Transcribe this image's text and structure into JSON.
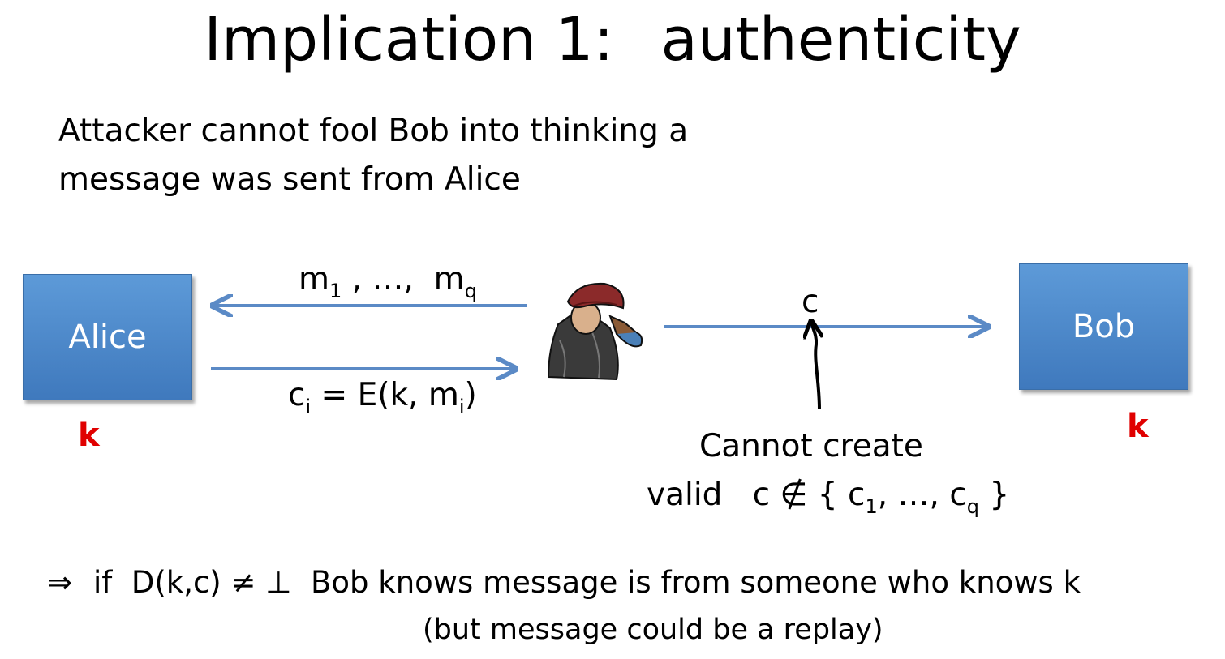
{
  "title": {
    "part1": "Implication 1:",
    "part2": "authenticity"
  },
  "intro": {
    "line1": "Attacker cannot fool Bob into thinking a",
    "line2": "message was sent from Alice"
  },
  "alice": {
    "label": "Alice",
    "key": "k"
  },
  "bob": {
    "label": "Bob",
    "key": "k"
  },
  "queries": {
    "m": "m",
    "sub1": "1",
    "middle": " , …,  ",
    "subq": "q"
  },
  "ciphertexts": {
    "c": "c",
    "sub_i": "i",
    "eq": " = E(k, m",
    "sub_i2": "i",
    "close": ")"
  },
  "forged": {
    "label": "c"
  },
  "cannot": {
    "line1": "Cannot create",
    "line2_prefix": "valid   c ∉ { c",
    "sub1": "1",
    "mid": ", …, c",
    "subq": "q",
    "close": " }"
  },
  "conclusion": {
    "arrow": "⇒",
    "text": "if  D(k,c) ≠ ⊥  Bob knows message is from someone who knows k",
    "line2": "(but message could be a replay)"
  },
  "colors": {
    "arrow": "#5b8ac6",
    "key": "#e00000",
    "box_top": "#5d9ad8",
    "box_bottom": "#3f79bd"
  }
}
